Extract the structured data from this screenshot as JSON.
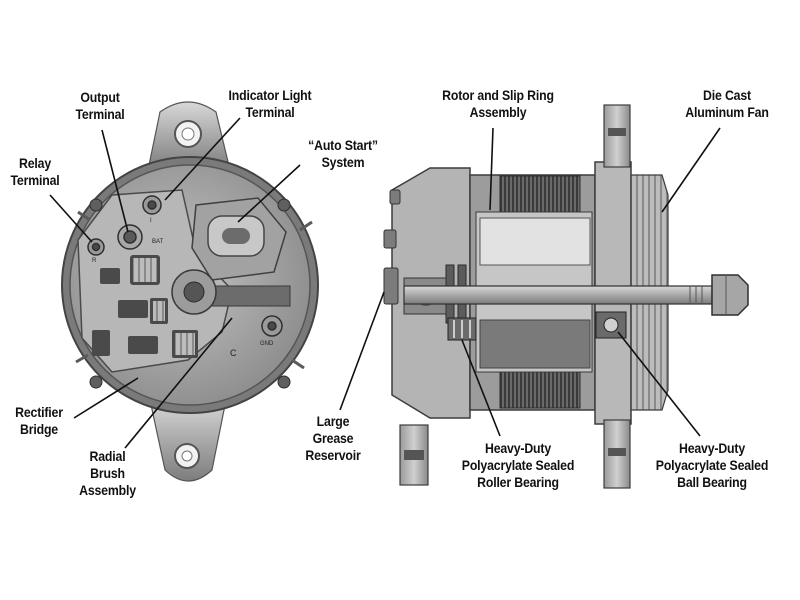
{
  "labels": {
    "output_terminal": "Output\nTerminal",
    "indicator_light_terminal": "Indicator Light\nTerminal",
    "auto_start_system": "“Auto Start”\nSystem",
    "relay_terminal": "Relay\nTerminal",
    "rotor_slip_ring": "Rotor and Slip Ring\nAssembly",
    "die_cast_fan": "Die Cast\nAluminum Fan",
    "rectifier_bridge": "Rectifier\nBridge",
    "radial_brush": "Radial\nBrush\nAssembly",
    "grease_reservoir": "Large\nGrease\nReservoir",
    "roller_bearing": "Heavy-Duty\nPolyacrylate Sealed\nRoller Bearing",
    "ball_bearing": "Heavy-Duty\nPolyacrylate Sealed\nBall Bearing"
  },
  "panel_markings": {
    "bat": "BAT",
    "gnd": "GND",
    "r": "R",
    "i": "I",
    "c": "C"
  }
}
